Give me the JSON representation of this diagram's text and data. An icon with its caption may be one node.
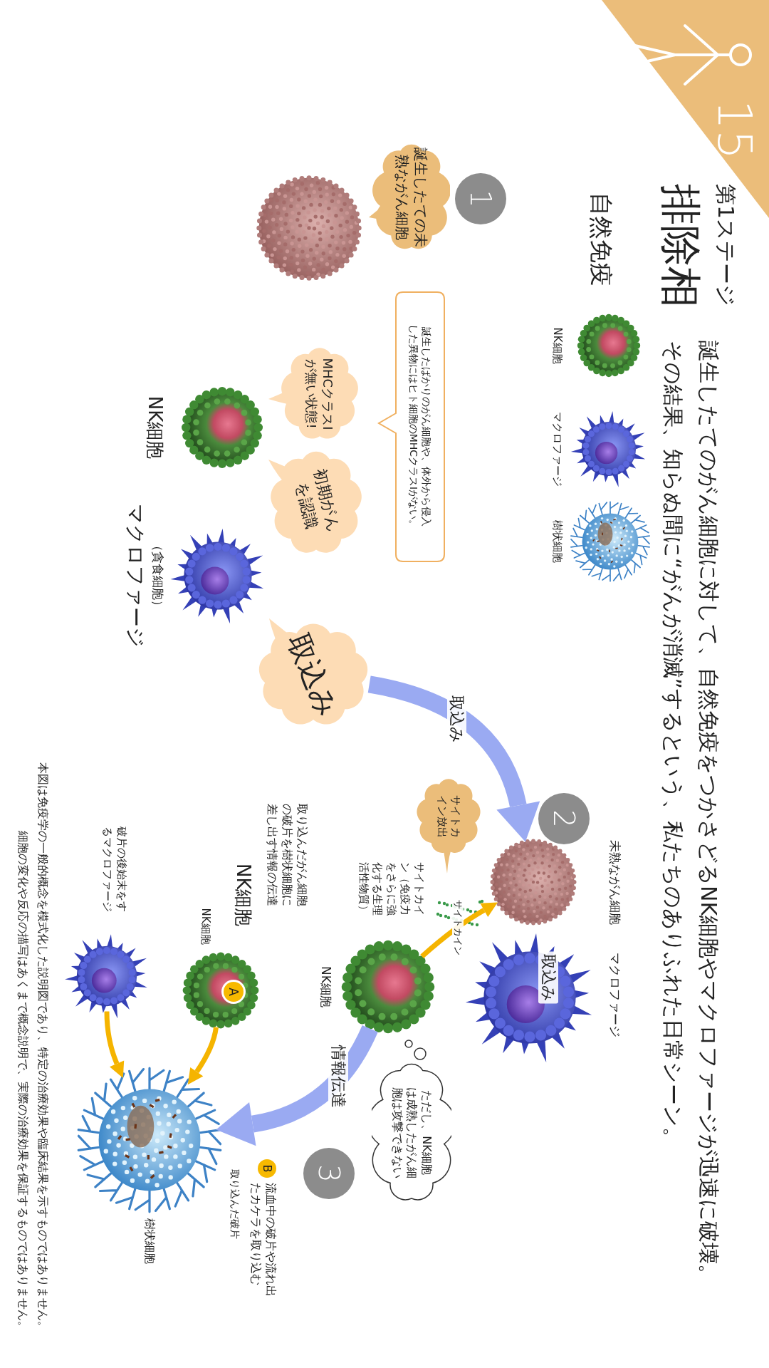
{
  "diagram": {
    "title": "排除相",
    "nodes": [
      {
        "text": [
          "誕生したての未熟ながん細胞"
        ]
      },
      {
        "text": [
          "1"
        ]
      },
      {
        "text": [
          "誕生したばかりのがん細胞や、体外から侵入した異物にはヒト細胞のMHCクラスIがない。"
        ]
      },
      {
        "text": [
          "MHCクラスIが無い状態!"
        ]
      },
      {
        "text": [
          "初期がんを認識"
        ]
      },
      {
        "text": [
          "取込み"
        ]
      },
      {
        "text": [
          "2"
        ]
      },
      {
        "text": [
          "サイトカイン放出"
        ]
      },
      {
        "text": [],
        "shape": "picture",
        "beside": [
          "未熟ながん細胞"
        ]
      },
      {
        "text": [],
        "shape": "picture",
        "beside": [
          "NK細胞"
        ]
      },
      {
        "text": [
          "ただし、NK細胞は成熟したがん細胞は攻撃できない"
        ]
      },
      {
        "text": [
          "3"
        ]
      },
      {
        "text": [],
        "shape": "picture",
        "beside": [
          "NK細胞"
        ]
      },
      {
        "text": [
          "A"
        ],
        "in": 12
      },
      {
        "text": [],
        "shape": "picture",
        "beside": [
          "破片の後始末をするマクロファージ"
        ]
      },
      {
        "text": [],
        "shape": "picture",
        "beside": [
          "取り込んだ破片",
          "樹状細胞"
        ]
      },
      {
        "text": [
          "B"
        ],
        "beside": [
          "流血中の破片や流れ出たカケラを取り込む"
        ]
      }
    ],
    "edges": [
      {
        "from": 5,
        "to": 8,
        "arrow": "to",
        "label": "取込み",
        "style": "thick",
        "color": "#9aaaf2"
      },
      {
        "from": 9,
        "to": 8,
        "arrow": "to",
        "label": "サイトカイン"
      },
      {
        "from": 9,
        "to": 15,
        "arrow": "to",
        "label": "情報伝達",
        "style": "thick",
        "color": "#9aaaf2"
      },
      {
        "from": 12,
        "to": 15,
        "arrow": "to"
      },
      {
        "from": 14,
        "to": 15,
        "arrow": "to"
      }
    ],
    "labels": [
      "15",
      "第1ステージ",
      "誕生したてのがん細胞に対して、自然免疫をつかさどるNK細胞やマクロファージが迅速に破壊。",
      "その結果、知らぬ間に“がんが消滅”するという、私たちのありふれた日常シーン。",
      "自然免疫",
      "NK細胞",
      "マクロファージ",
      "樹状細胞",
      "NK細胞",
      "（貪食細胞）",
      "マクロファージ",
      "マクロファージ",
      "取込み",
      "サイトカイン（免疫力をさらに強化する生理活性物質）",
      "取り込んだがん細胞の破片を樹状細胞に差し出す情報の伝達",
      "NK細胞",
      "本図は免疫学の一般的概念を模式化した説明図であり、特定の治療効果や臨床結果を示すものではありません。",
      "細胞の変化や反応の描写はあくまで概念説明で、実際の治療効果を保証するものではありません。"
    ]
  }
}
